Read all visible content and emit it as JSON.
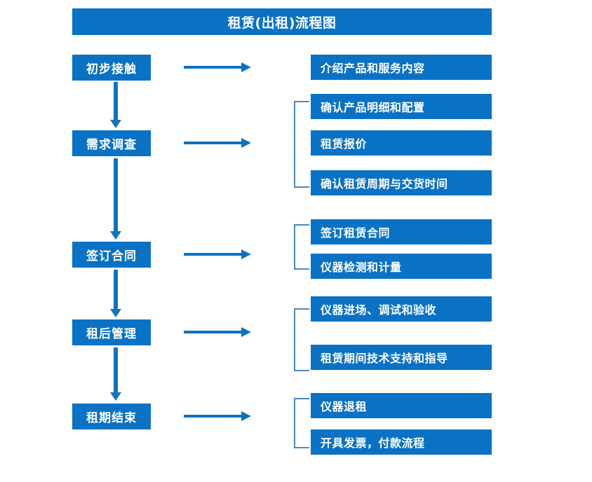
{
  "title": "租赁(出租)流程图",
  "colors": {
    "brand_blue": "#0a72c4",
    "arrow_blue": "#1273b8",
    "bracket_blue": "#4b87bd",
    "text_on_blue": "#ffffff",
    "background": "#ffffff"
  },
  "stages": [
    {
      "label": "初步接触"
    },
    {
      "label": "需求调查"
    },
    {
      "label": "签订合同"
    },
    {
      "label": "租后管理"
    },
    {
      "label": "租期结束"
    }
  ],
  "details": [
    {
      "label": "介绍产品和服务内容"
    },
    {
      "label": "确认产品明细和配置"
    },
    {
      "label": "租赁报价"
    },
    {
      "label": "确认租赁周期与交货时间"
    },
    {
      "label": "签订租赁合同"
    },
    {
      "label": "仪器检测和计量"
    },
    {
      "label": "仪器进场、调试和验收"
    },
    {
      "label": "租赁期间技术支持和指导"
    },
    {
      "label": "仪器退租"
    },
    {
      "label": "开具发票，付款流程"
    }
  ],
  "groups": [
    {
      "stage": "需求调查",
      "details": [
        "确认产品明细和配置",
        "租赁报价",
        "确认租赁周期与交货时间"
      ]
    },
    {
      "stage": "签订合同",
      "details": [
        "签订租赁合同",
        "仪器检测和计量"
      ]
    },
    {
      "stage": "租后管理",
      "details": [
        "仪器进场、调试和验收",
        "租赁期间技术支持和指导"
      ]
    },
    {
      "stage": "租期结束",
      "details": [
        "仪器退租",
        "开具发票，付款流程"
      ]
    }
  ],
  "connectors": {
    "stage_to_detail": "right-arrow",
    "stage_to_stage": "down-arrow"
  }
}
